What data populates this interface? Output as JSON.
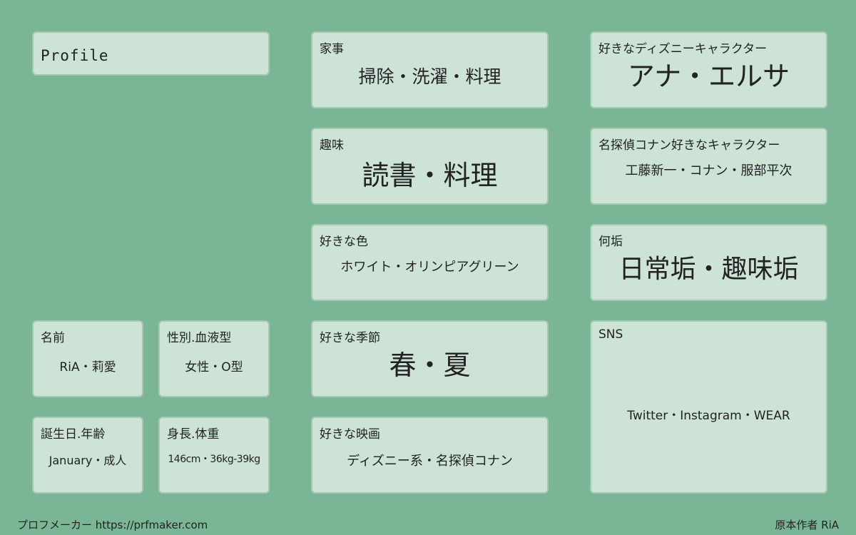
{
  "header": {
    "title": "Profile"
  },
  "cards": {
    "housework": {
      "label": "家事",
      "value": "掃除・洗濯・料理"
    },
    "hobby": {
      "label": "趣味",
      "value": "読書・料理"
    },
    "color": {
      "label": "好きな色",
      "value": "ホワイト・オリンピアグリーン"
    },
    "season": {
      "label": "好きな季節",
      "value": "春・夏"
    },
    "movie": {
      "label": "好きな映画",
      "value": "ディズニー系・名探偵コナン"
    },
    "disney": {
      "label": "好きなディズニーキャラクター",
      "value": "アナ・エルサ"
    },
    "conan": {
      "label": "名探偵コナン好きなキャラクター",
      "value": "工藤新一・コナン・服部平次"
    },
    "fandom": {
      "label": "何垢",
      "value": "日常垢・趣味垢"
    },
    "sns": {
      "label": "SNS",
      "value": "Twitter・Instagram・WEAR"
    },
    "name": {
      "label": "名前",
      "value": "RiA・莉愛"
    },
    "gender": {
      "label": "性別.血液型",
      "value": "女性・O型"
    },
    "birthday": {
      "label": "誕生日.年齢",
      "value": "January・成人"
    },
    "height": {
      "label": "身長.体重",
      "value": "146cm・36kg-39kg"
    }
  },
  "footer": {
    "left": "プロフメーカー https://prfmaker.com",
    "right": "原本作者 RiA"
  }
}
